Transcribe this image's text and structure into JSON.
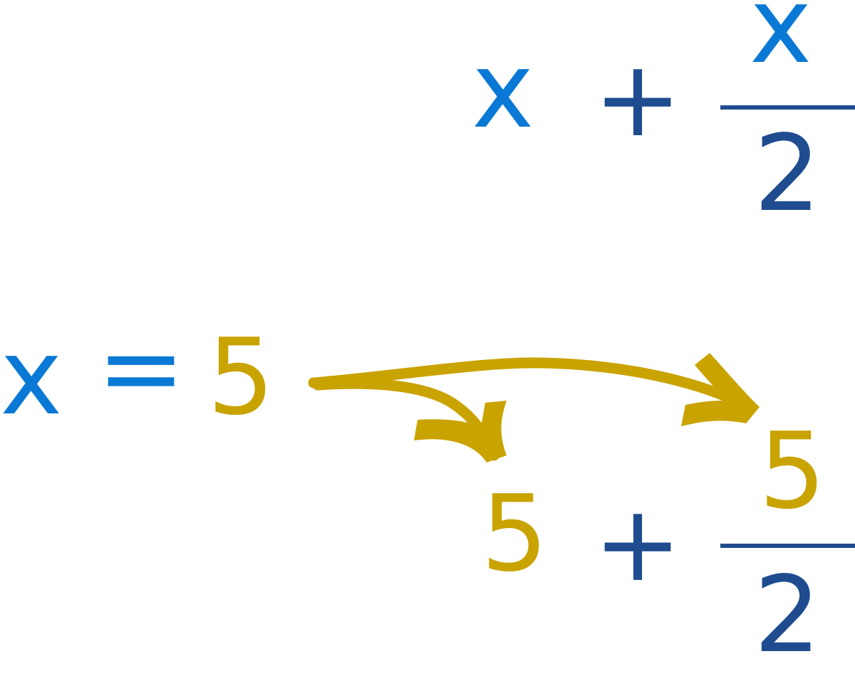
{
  "top_expression": {
    "term1": "x",
    "operator": "+",
    "fraction": {
      "numerator": "x",
      "denominator": "2"
    }
  },
  "substitution": {
    "variable": "x",
    "equals": "=",
    "value": "5"
  },
  "bottom_expression": {
    "term1": "5",
    "operator": "+",
    "fraction": {
      "numerator": "5",
      "denominator": "2"
    }
  },
  "colors": {
    "variable": "#0a79d6",
    "operator": "#1f4c8f",
    "value": "#c9a300",
    "arrow": "#c9a300"
  },
  "icons": {
    "arrow_to_term": "curved-arrow-icon",
    "arrow_to_numerator": "curved-arrow-icon"
  }
}
